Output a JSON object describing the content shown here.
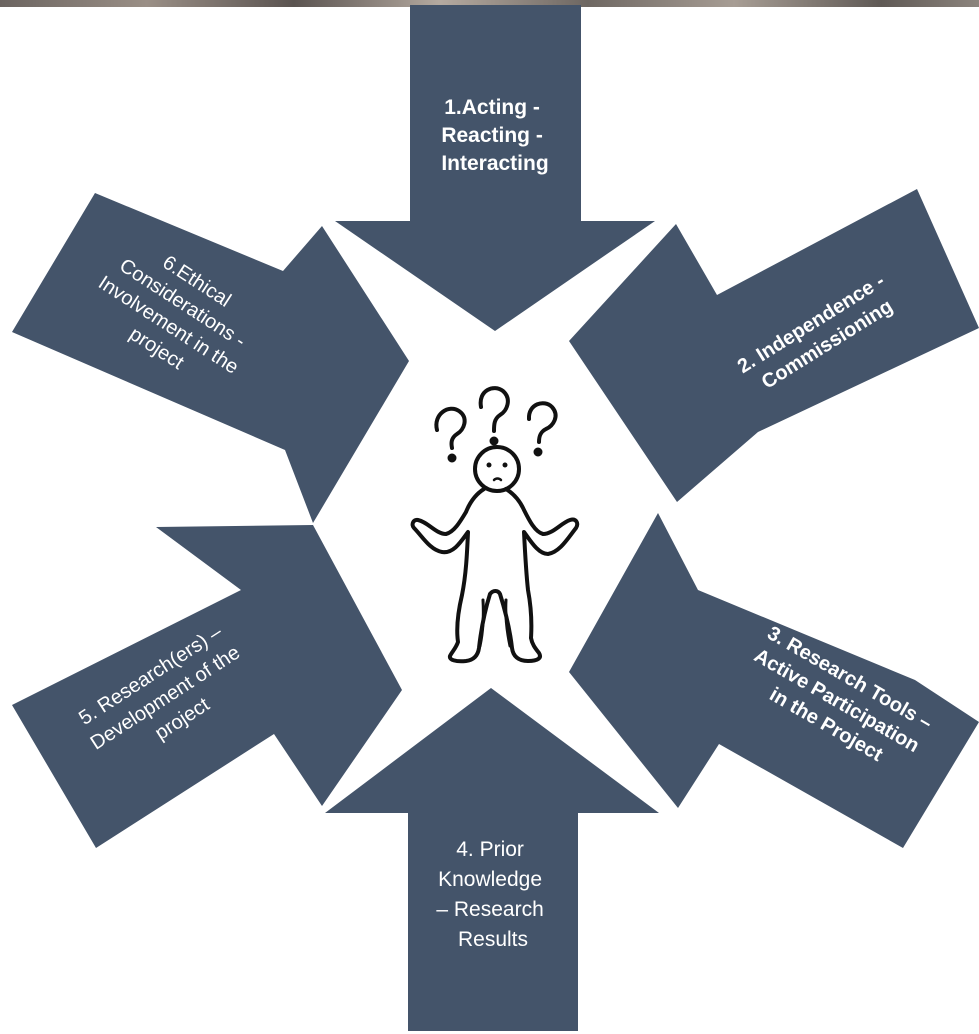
{
  "diagram": {
    "colors": {
      "arrow_fill": "#44546a",
      "background": "#ffffff",
      "label_text": "#ffffff",
      "figure_stroke": "#111111"
    },
    "center_icon": "confused-person-with-question-marks-icon",
    "arrows": [
      {
        "id": "acting",
        "lines": [
          "1.Acting -",
          "Reacting  -",
          "Interacting"
        ],
        "bold": true
      },
      {
        "id": "independence",
        "lines": [
          "2. Independence -",
          "Commissioning"
        ],
        "bold": true
      },
      {
        "id": "research-tools",
        "lines": [
          "3. Research Tools –",
          "Active Participation",
          "in the Project"
        ],
        "bold": true
      },
      {
        "id": "prior-knowledge",
        "lines": [
          "4. Prior",
          "Knowledge",
          "– Research",
          "Results"
        ],
        "bold": false
      },
      {
        "id": "researchers",
        "lines": [
          "5. Research(ers) –",
          "Development of the",
          "project"
        ],
        "bold": false
      },
      {
        "id": "ethical",
        "lines": [
          "6.Ethical",
          "Considerations -",
          "Involvement in the",
          "project"
        ],
        "bold": false
      }
    ]
  }
}
